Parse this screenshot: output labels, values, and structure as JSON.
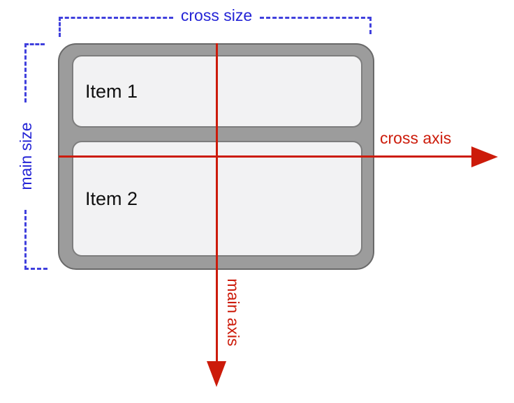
{
  "diagram": {
    "title": "flexbox-axes-diagram",
    "labels": {
      "cross_size": "cross size",
      "main_size": "main size",
      "cross_axis": "cross axis",
      "main_axis": "main axis"
    },
    "items": [
      {
        "label": "Item 1"
      },
      {
        "label": "Item 2"
      }
    ],
    "colors": {
      "size-blue": "#2424d6",
      "dash-blue": "#4040dd",
      "axis-red": "#cc1b0a",
      "container-fill": "#9c9c9c",
      "container-border": "#696969",
      "item-fill": "#f2f2f3",
      "item-border": "#7d7d7d",
      "item-text": "#111111"
    }
  }
}
